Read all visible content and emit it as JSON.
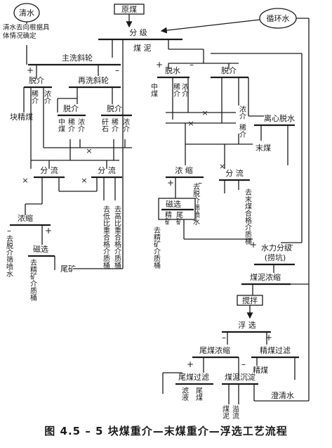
{
  "caption": "图 4.5 – 5   块煤重介—末煤重介—浮选工艺流程",
  "nodes": {
    "clean_water": "清水",
    "clean_water_note": "清水去向根据具体情况确定",
    "raw_coal": "原煤",
    "circulating_water": "循环水",
    "classification": "分    级",
    "slime": "煤  泥",
    "main_wash_wheel": "主洗斜轮",
    "rewash_wheel": "再洗斜轮",
    "dewater_left": "脱介",
    "dilute_left": "稀介",
    "dense_left": "浓介",
    "lump_clean_coal": "块精煤",
    "mid_coal_l": "中煤",
    "gangue_l": "矸石",
    "dewater_l1": "脱介",
    "dewater_l2": "脱介",
    "dilute_l1": "稀介",
    "dense_l1": "浓介",
    "dilute_l2": "稀介",
    "dense_l2": "浓介",
    "split_a": "分  流",
    "split_b": "分  流",
    "thicken_l": "浓缩",
    "to_pulp_spray": "去脱介筛喷水",
    "magsep_l": "磁选",
    "to_fine_tank": "去精矿介质桶",
    "tailings": "尾矿",
    "to_low_dense_tank": "去低比重合格介质桶",
    "to_high_dense_tank": "去高比重合格介质桶",
    "dewater_r": "脱水",
    "dewater_r2": "脱介",
    "mid_coal_r": "中煤",
    "dilute_r": "稀介",
    "dense_r": "浓介",
    "dense_r2": "浓介",
    "dilute_r2": "稀介",
    "centrifuge": "离心脱水",
    "fine_coal": "末煤",
    "thicken_r": "浓 缩",
    "split_r": "分 流",
    "magsep_r": "磁选",
    "to_pulp_spray_r": "去脱介筛喷水",
    "to_fine_coal_tank": "去末煤合格介质桶",
    "fine_conc_r": "精矿",
    "tailings_r": "尾矿",
    "to_fine_tank_r": "去精矿介质桶",
    "hydro_class": "水力分级",
    "settling_pit": "(捞坑)",
    "slime_thicken": "煤泥浓缩",
    "stirring": "搅拌",
    "flotation": "浮    选",
    "tail_thicken": "尾煤浓缩",
    "clean_filter": "精煤过滤",
    "clean_coal": "精煤",
    "tail_filter": "尾煤过滤",
    "slime_settle": "煤泥沉淀",
    "filtrate": "滤液",
    "tail_coal": "尾煤",
    "slime_out": "煤泥",
    "overflow": "溢流",
    "clear_water": "澄清水"
  }
}
